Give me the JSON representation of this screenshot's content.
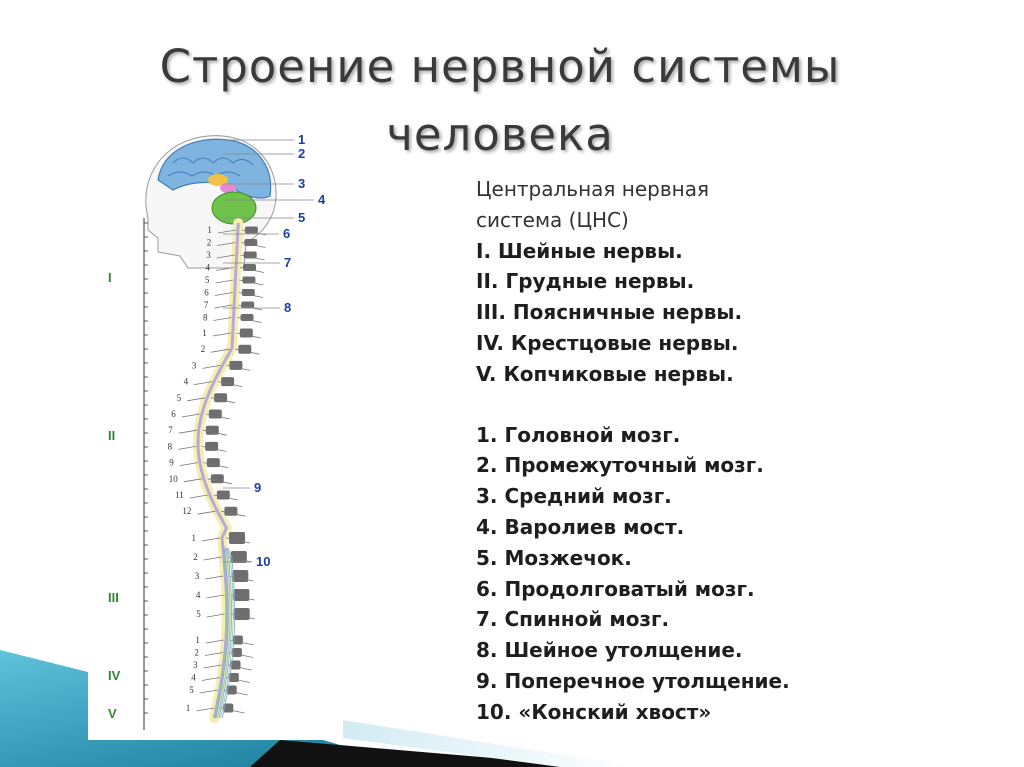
{
  "title": {
    "line1": "Строение нервной системы",
    "line2": "человека"
  },
  "text_lines": [
    "Центральная нервная",
    "система (ЦНС)",
    "I. Шейные нервы.",
    "II. Грудные нервы.",
    "III. Поясничные нервы.",
    "IV. Крестцовые нервы.",
    "V. Копчиковые нервы."
  ],
  "legend": [
    "1. Головной мозг.",
    "2. Промежуточный мозг.",
    "3. Средний мозг.",
    "4. Варолиев мост.",
    "5. Мозжечок.",
    "6. Продолговатый мозг.",
    "7. Спинной мозг.",
    "8. Шейное утолщение.",
    "9. Поперечное утолщение.",
    "10. «Конский хвост»"
  ],
  "diagram_labels": {
    "callouts": [
      "1",
      "2",
      "3",
      "4",
      "5",
      "6",
      "7",
      "8",
      "9",
      "10"
    ],
    "regions": [
      "I",
      "II",
      "III",
      "IV",
      "V"
    ],
    "cervical": [
      "1",
      "2",
      "3",
      "4",
      "5",
      "6",
      "7",
      "8"
    ],
    "thoracic": [
      "1",
      "2",
      "3",
      "4",
      "5",
      "6",
      "7",
      "8",
      "9",
      "10",
      "11",
      "12"
    ],
    "lumbar": [
      "1",
      "2",
      "3",
      "4",
      "5"
    ],
    "sacral": [
      "1",
      "2",
      "3",
      "4",
      "5"
    ],
    "coccygeal": [
      "1"
    ]
  },
  "colors": {
    "title": "#3a3a3a",
    "brain": "#7fb3e0",
    "cerebellum": "#6fc24a",
    "spinal_cord": "#f5eeb0",
    "vertebra": "#555555",
    "callout_label": "#1a3fa8",
    "region_label": "#2f8a2f",
    "accent_teal": "#1f8fb0"
  }
}
